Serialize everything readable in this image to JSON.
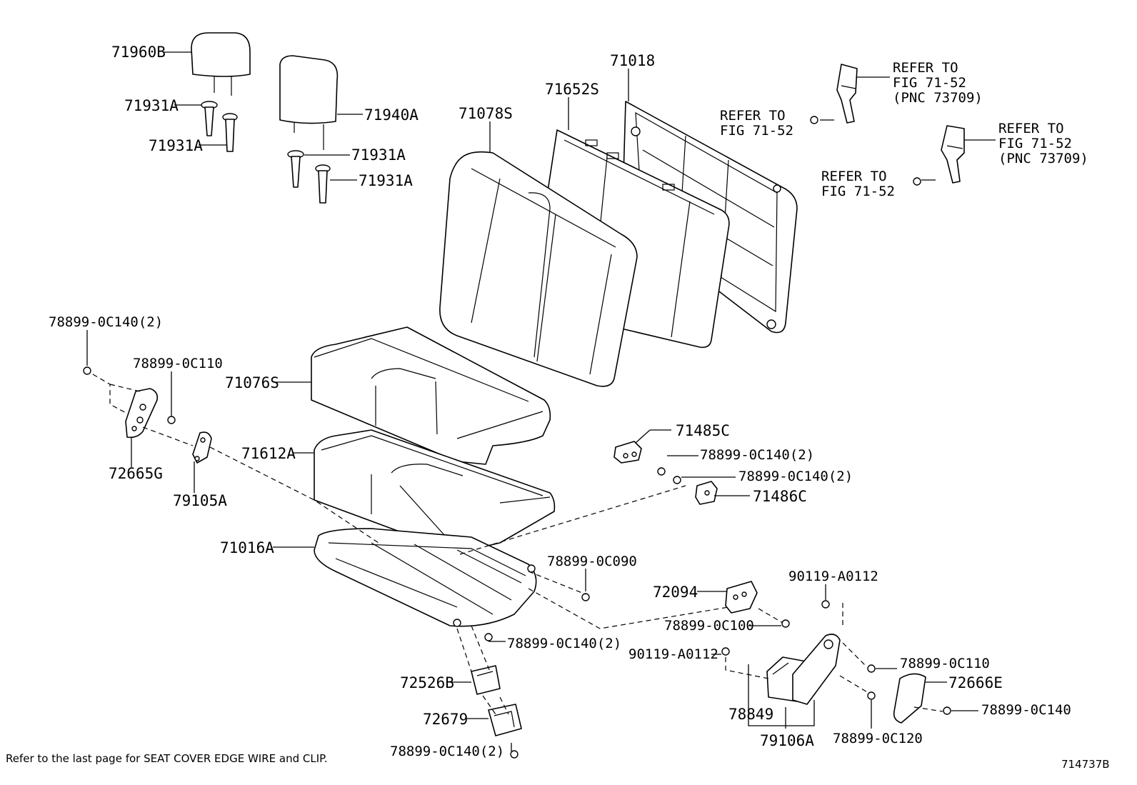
{
  "labels": {
    "p71960B": "71960B",
    "p71931A_1": "71931A",
    "p71931A_2": "71931A",
    "p71940A": "71940A",
    "p71931A_3": "71931A",
    "p71931A_4": "71931A",
    "p71078S": "71078S",
    "p71652S": "71652S",
    "p71018": "71018",
    "p71076S": "71076S",
    "p71612A": "71612A",
    "p71016A": "71016A",
    "p71485C": "71485C",
    "p71486C": "71486C",
    "p72665G": "72665G",
    "p79105A": "79105A",
    "p72094": "72094",
    "p72526B": "72526B",
    "p72679": "72679",
    "p78849": "78849",
    "p79106A": "79106A",
    "p72666E": "72666E",
    "b78899_0C140_2_a": "78899-0C140(2)",
    "b78899_0C110_a": "78899-0C110",
    "b78899_0C140_2_b": "78899-0C140(2)",
    "b78899_0C140_2_c": "78899-0C140(2)",
    "b78899_0C090": "78899-0C090",
    "b90119_A0112_a": "90119-A0112",
    "b78899_0C100": "78899-0C100",
    "b78899_0C140_2_d": "78899-0C140(2)",
    "b90119_A0112_b": "90119-A0112",
    "b78899_0C110_b": "78899-0C110",
    "b78899_0C120": "78899-0C120",
    "b78899_0C140": "78899-0C140",
    "b78899_0C140_2_e": "78899-0C140(2)"
  },
  "references": {
    "refer_a_line1": "REFER TO",
    "refer_a_line2": "FIG 71-52",
    "refer_a_line3": "(PNC 73709)",
    "refer_b_line1": "REFER TO",
    "refer_b_line2": "FIG 71-52",
    "refer_c_line1": "REFER TO",
    "refer_c_line2": "FIG 71-52",
    "refer_c_line3": "(PNC 73709)",
    "refer_d_line1": "REFER TO",
    "refer_d_line2": "FIG 71-52"
  },
  "footer": {
    "note": "Refer to the last page for SEAT COVER EDGE WIRE and CLIP.",
    "figure_id": "714737B"
  }
}
